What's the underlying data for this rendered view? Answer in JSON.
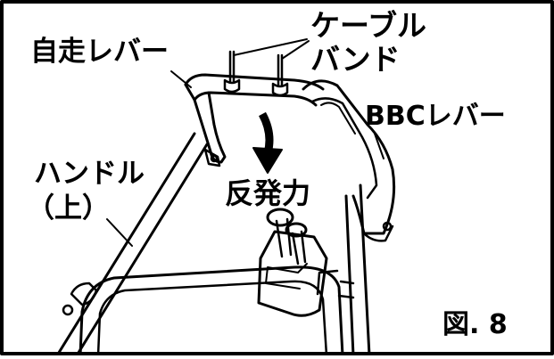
{
  "labels": {
    "cable_band_line1": "ケーブル",
    "cable_band_line2": "バンド",
    "self_propel_lever": "自走レバー",
    "bbc_lever": "BBCレバー",
    "handle_line1": "ハンドル",
    "handle_line2": "（上）",
    "reaction_force": "反発力",
    "figure_number": "図. 8"
  },
  "colors": {
    "ink": "#000000",
    "background": "#ffffff"
  },
  "icons": {
    "force_arrow": "down-arrow-icon"
  }
}
